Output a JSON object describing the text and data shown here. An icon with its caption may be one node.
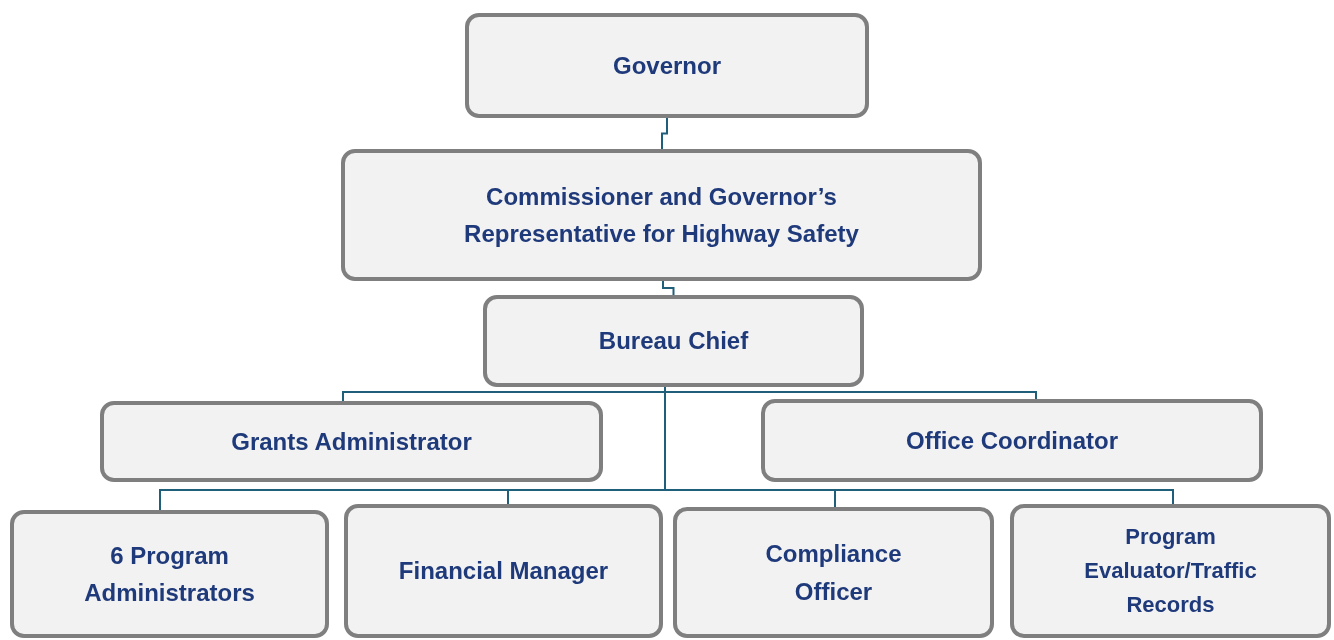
{
  "diagram": {
    "nodes": [
      {
        "text": [
          "Governor"
        ]
      },
      {
        "text": [
          "Commissioner and Governor’s Representative for Highway Safety"
        ]
      },
      {
        "text": [
          "Bureau Chief"
        ]
      },
      {
        "text": [
          "Grants Administrator"
        ]
      },
      {
        "text": [
          "Office Coordinator"
        ]
      },
      {
        "text": [
          "6 Program Administrators"
        ]
      },
      {
        "text": [
          "Financial Manager"
        ]
      },
      {
        "text": [
          "Compliance Officer"
        ]
      },
      {
        "text": [
          "Program Evaluator/Traffic Records"
        ]
      }
    ],
    "edges": [
      {
        "from": 0,
        "to": 1,
        "arrow": "none"
      },
      {
        "from": 1,
        "to": 2,
        "arrow": "none"
      },
      {
        "from": 2,
        "to": 3,
        "arrow": "none"
      },
      {
        "from": 2,
        "to": 4,
        "arrow": "none"
      },
      {
        "from": 2,
        "to": 5,
        "arrow": "none"
      },
      {
        "from": 2,
        "to": 6,
        "arrow": "none"
      },
      {
        "from": 2,
        "to": 7,
        "arrow": "none"
      },
      {
        "from": 2,
        "to": 8,
        "arrow": "none"
      }
    ]
  }
}
